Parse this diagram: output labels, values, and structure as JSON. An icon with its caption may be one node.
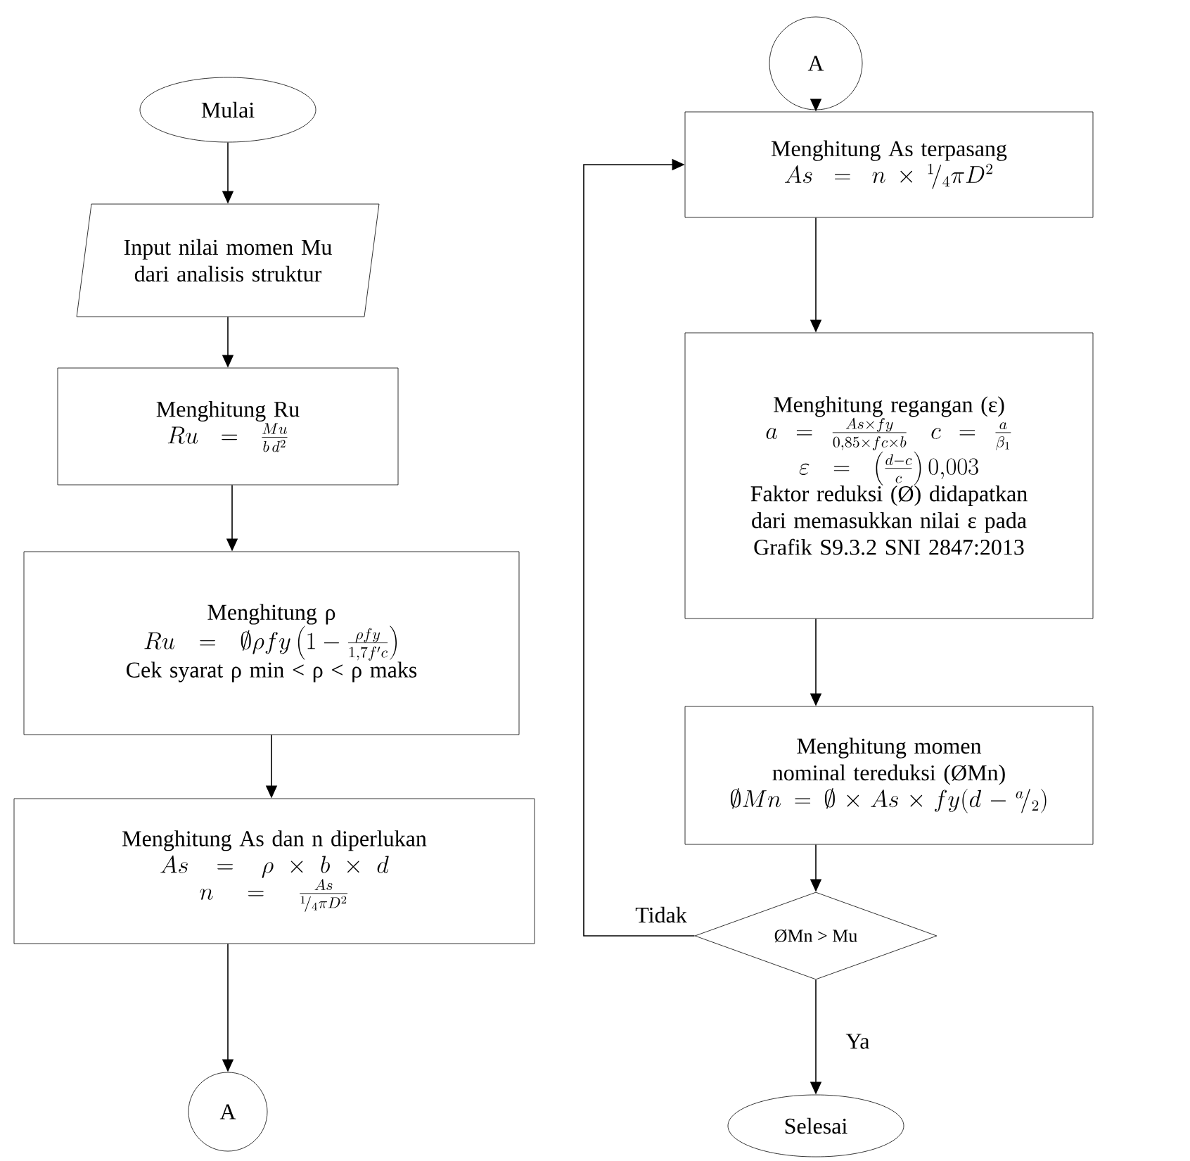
{
  "diagram": {
    "nodes": [
      {
        "text": [
          "Mulai"
        ]
      },
      {
        "text": [
          "Input nilai momen Mu dari analisis struktur"
        ]
      },
      {
        "text": [
          "Menghitung Ru",
          "Ru = \\frac{Mu}{b\\,d^{2}}"
        ]
      },
      {
        "text": [
          "Menghitung ρ",
          "Ru = \\emptyset\\rho fy\\left(1-\\frac{\\rho fy}{1{,}7f'c}\\right)",
          "Cek syarat ρ min < ρ < ρ maks"
        ]
      },
      {
        "text": [
          "Menghitung As dan n diperlukan",
          "As = \\rho\\times b\\times d",
          "n = \\frac{As}{{}^{1}\\!/_{4}\\pi D^{2}}"
        ]
      },
      {
        "text": [
          "A"
        ]
      },
      {
        "text": [
          "A"
        ]
      },
      {
        "text": [
          "Menghitung As terpasang",
          "As = n\\times{}^{1}\\!/_{4}\\pi D^{2}"
        ]
      },
      {
        "text": [
          "Menghitung regangan (ε)",
          "a = \\frac{As\\times fy}{0{,}85\\times fc\\times b}\\quad c = \\frac{a}{\\beta_{1}}",
          "\\varepsilon = \\left(\\frac{d-c}{c}\\right)0{,}003",
          "Faktor reduksi (Ø) didapatkan dari memasukkan nilai ε pada Grafik S9.3.2 SNI 2847:2013"
        ]
      },
      {
        "text": [
          "Menghitung momen nominal tereduksi (ØMn)",
          "\\emptyset Mn = \\emptyset\\times As\\times fy(d-{}^{a}\\!/_{2})"
        ]
      },
      {
        "text": [
          "ØMn > Mu"
        ]
      },
      {
        "text": [
          "Selesai"
        ]
      }
    ],
    "edges": [
      {
        "from": 0,
        "to": 1,
        "arrow": "to"
      },
      {
        "from": 1,
        "to": 2,
        "arrow": "to"
      },
      {
        "from": 2,
        "to": 3,
        "arrow": "to"
      },
      {
        "from": 3,
        "to": 4,
        "arrow": "to"
      },
      {
        "from": 4,
        "to": 5,
        "arrow": "to"
      },
      {
        "from": 6,
        "to": 7,
        "arrow": "to"
      },
      {
        "from": 7,
        "to": 8,
        "arrow": "to"
      },
      {
        "from": 8,
        "to": 9,
        "arrow": "to"
      },
      {
        "from": 9,
        "to": 10,
        "arrow": "to"
      },
      {
        "from": 10,
        "to": 11,
        "arrow": "to",
        "label": "Ya"
      },
      {
        "from": 10,
        "to": 7,
        "arrow": "to",
        "label": "Tidak"
      }
    ]
  }
}
